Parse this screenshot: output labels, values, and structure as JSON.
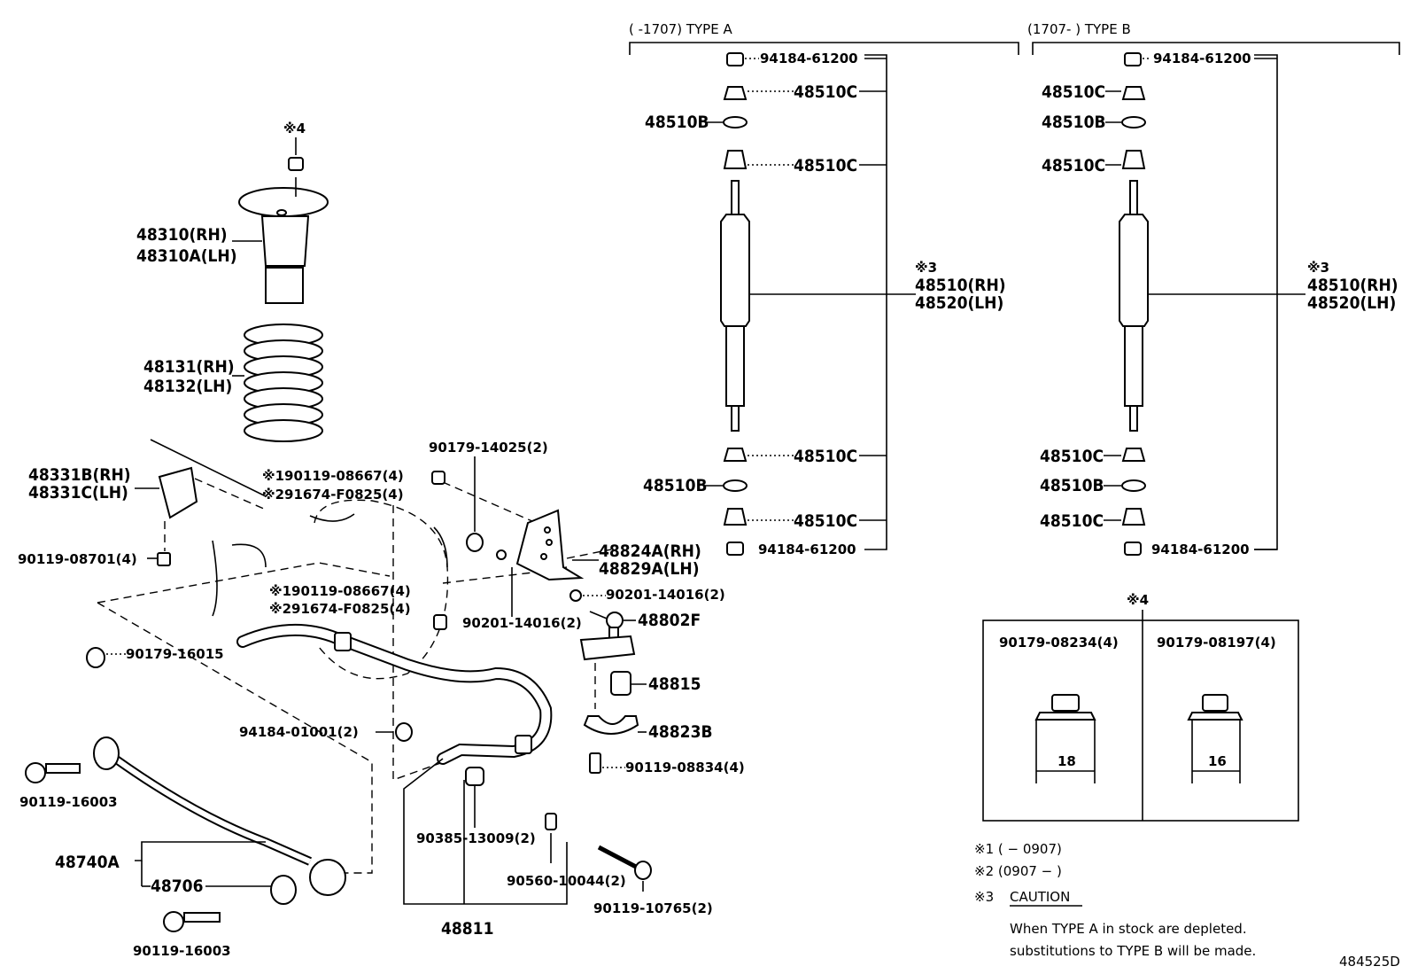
{
  "diagram_id": "484525D",
  "type_a": {
    "header": "(    -1707) TYPE A",
    "parts": {
      "nut_top": "94184-61200",
      "cushion_c1": "48510C",
      "cushion_b1": "48510B",
      "cushion_c2": "48510C",
      "note": "※3",
      "absorber_rh": "48510(RH)",
      "absorber_lh": "48520(LH)",
      "cushion_c3": "48510C",
      "cushion_b2": "48510B",
      "cushion_c4": "48510C",
      "nut_bottom": "94184-61200"
    }
  },
  "type_b": {
    "header": "(1707-    ) TYPE B",
    "parts": {
      "nut_top": "94184-61200",
      "cushion_c1": "48510C",
      "cushion_b1": "48510B",
      "cushion_c2": "48510C",
      "note": "※3",
      "absorber_rh": "48510(RH)",
      "absorber_lh": "48520(LH)",
      "cushion_c3": "48510C",
      "cushion_b2": "48510B",
      "cushion_c4": "48510C",
      "nut_bottom": "94184-61200"
    }
  },
  "assembly": {
    "note4": "※4",
    "support_rh": "48310(RH)",
    "support_lh": "48310A(LH)",
    "spring_rh": "48131(RH)",
    "spring_lh": "48132(LH)",
    "bumper_rh": "48331B(RH)",
    "bumper_lh": "48331C(LH)",
    "bolt_08701": "90119-08701(4)",
    "bolt_14025": "90179-14025(2)",
    "bolt_08667_a": "※190119-08667(4)",
    "bolt_f0825_a": "※291674-F0825(4)",
    "bracket_rh": "48824A(RH)",
    "bracket_lh": "48829A(LH)",
    "bolt_08667_b": "※190119-08667(4)",
    "bolt_f0825_b": "※291674-F0825(4)",
    "nut_14016_a": "90201-14016(2)",
    "nut_14016_b": "90201-14016(2)",
    "link_48802f": "48802F",
    "nut_16015": "90179-16015",
    "bush_48815": "48815",
    "bracket_48823b": "48823B",
    "nut_01001": "94184-01001(2)",
    "bolt_08834": "90119-08834(4)",
    "bolt_16003_a": "90119-16003",
    "bush_13009": "90385-13009(2)",
    "pin_10044": "90560-10044(2)",
    "bolt_10765": "90119-10765(2)",
    "rod_48740a": "48740A",
    "bush_48706": "48706",
    "stabilizer_48811": "48811",
    "bolt_16003_b": "90119-16003"
  },
  "nut_table": {
    "title": "※4",
    "col1_part": "90179-08234(4)",
    "col1_size": "18",
    "col2_part": "90179-08197(4)",
    "col2_size": "16"
  },
  "notes": {
    "n1": "※1 (        − 0907)",
    "n2": "※2 (0907 −        )",
    "n3_label": "※3",
    "n3_title": "CAUTION",
    "n3_line1": "When TYPE A in stock are depleted.",
    "n3_line2": "substitutions to TYPE B will be made."
  }
}
